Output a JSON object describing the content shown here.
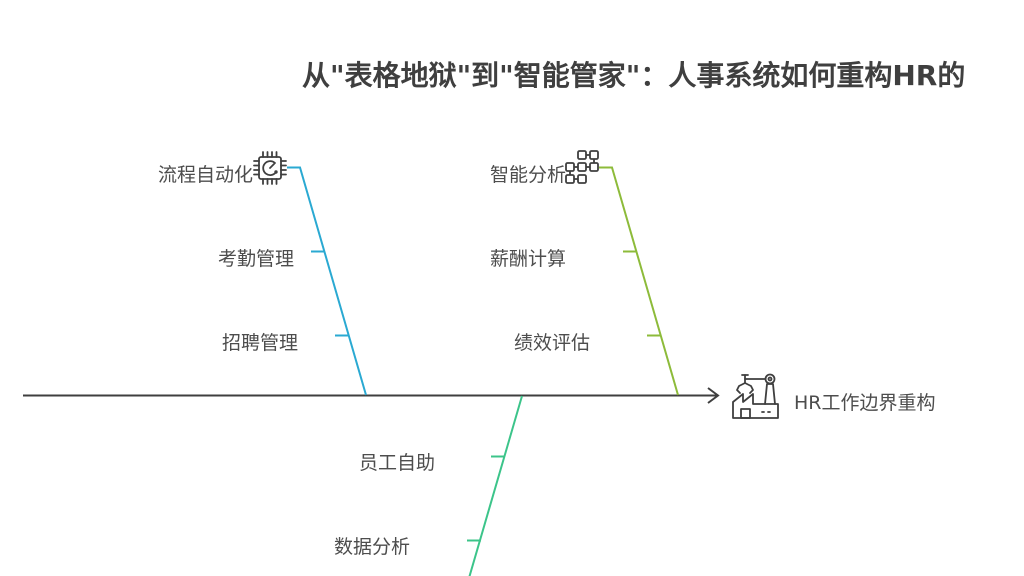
{
  "title": "从\"表格地狱\"到\"智能管家\"：人事系统如何重构HR的",
  "effect": {
    "label": "HR工作边界重构",
    "icon": "factory-robot-arm-icon"
  },
  "colors": {
    "spine": "#3f3f3f",
    "branch_automation": "#2aa9d2",
    "branch_intelligence": "#8dbb3a",
    "branch_employee": "#3cc48a",
    "text": "#4d4d4d"
  },
  "branches": [
    {
      "category": "流程自动化",
      "icon": "processor-chip-icon",
      "position": "top",
      "causes": [
        "考勤管理",
        "招聘管理"
      ]
    },
    {
      "category": "智能分析",
      "icon": "network-nodes-icon",
      "position": "top",
      "causes": [
        "薪酬计算",
        "绩效评估"
      ]
    },
    {
      "category": "",
      "icon": "",
      "position": "bottom",
      "causes": [
        "员工自助",
        "数据分析"
      ]
    }
  ]
}
